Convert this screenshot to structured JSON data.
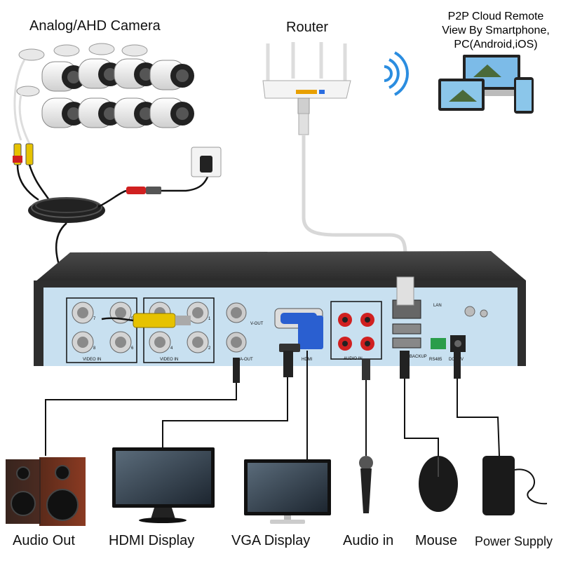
{
  "labels": {
    "camera": "Analog/AHD Camera",
    "router": "Router",
    "cloud": [
      "P2P Cloud Remote",
      "View By Smartphone,",
      "PC(Android,iOS)"
    ]
  },
  "devices": [
    {
      "label": "Audio Out",
      "icon": "speaker-icon"
    },
    {
      "label": "HDMI Display",
      "icon": "monitor-icon"
    },
    {
      "label": "VGA Display",
      "icon": "monitor-icon"
    },
    {
      "label": "Audio in",
      "icon": "microphone-icon"
    },
    {
      "label": "Mouse",
      "icon": "mouse-icon"
    },
    {
      "label": "Power Supply",
      "icon": "power-adapter-icon"
    }
  ],
  "panel": {
    "video_in_label": "VIDEO IN",
    "v_out_label": "V-OUT",
    "a_out_label": "A-OUT",
    "hdmi_label": "HDMI",
    "audio_in_label": "AUDIO IN",
    "lan_label": "LAN",
    "rs485_label": "RS485",
    "dc_label": "DC 12V",
    "usb_label": "USB BACKUP",
    "channel_numbers": [
      "7",
      "5",
      "3",
      "1",
      "8",
      "6",
      "4",
      "2"
    ]
  },
  "colors": {
    "dvr_body": "#3a3a3a",
    "panel": "#c8e0f0",
    "cable": "#1a1a1a",
    "lan_cable": "#d8d8d8",
    "bnc_connector": "#e6c200",
    "vga_port": "#2a5fd0",
    "rca_red": "#d02020",
    "wifi": "#2b8de0"
  }
}
